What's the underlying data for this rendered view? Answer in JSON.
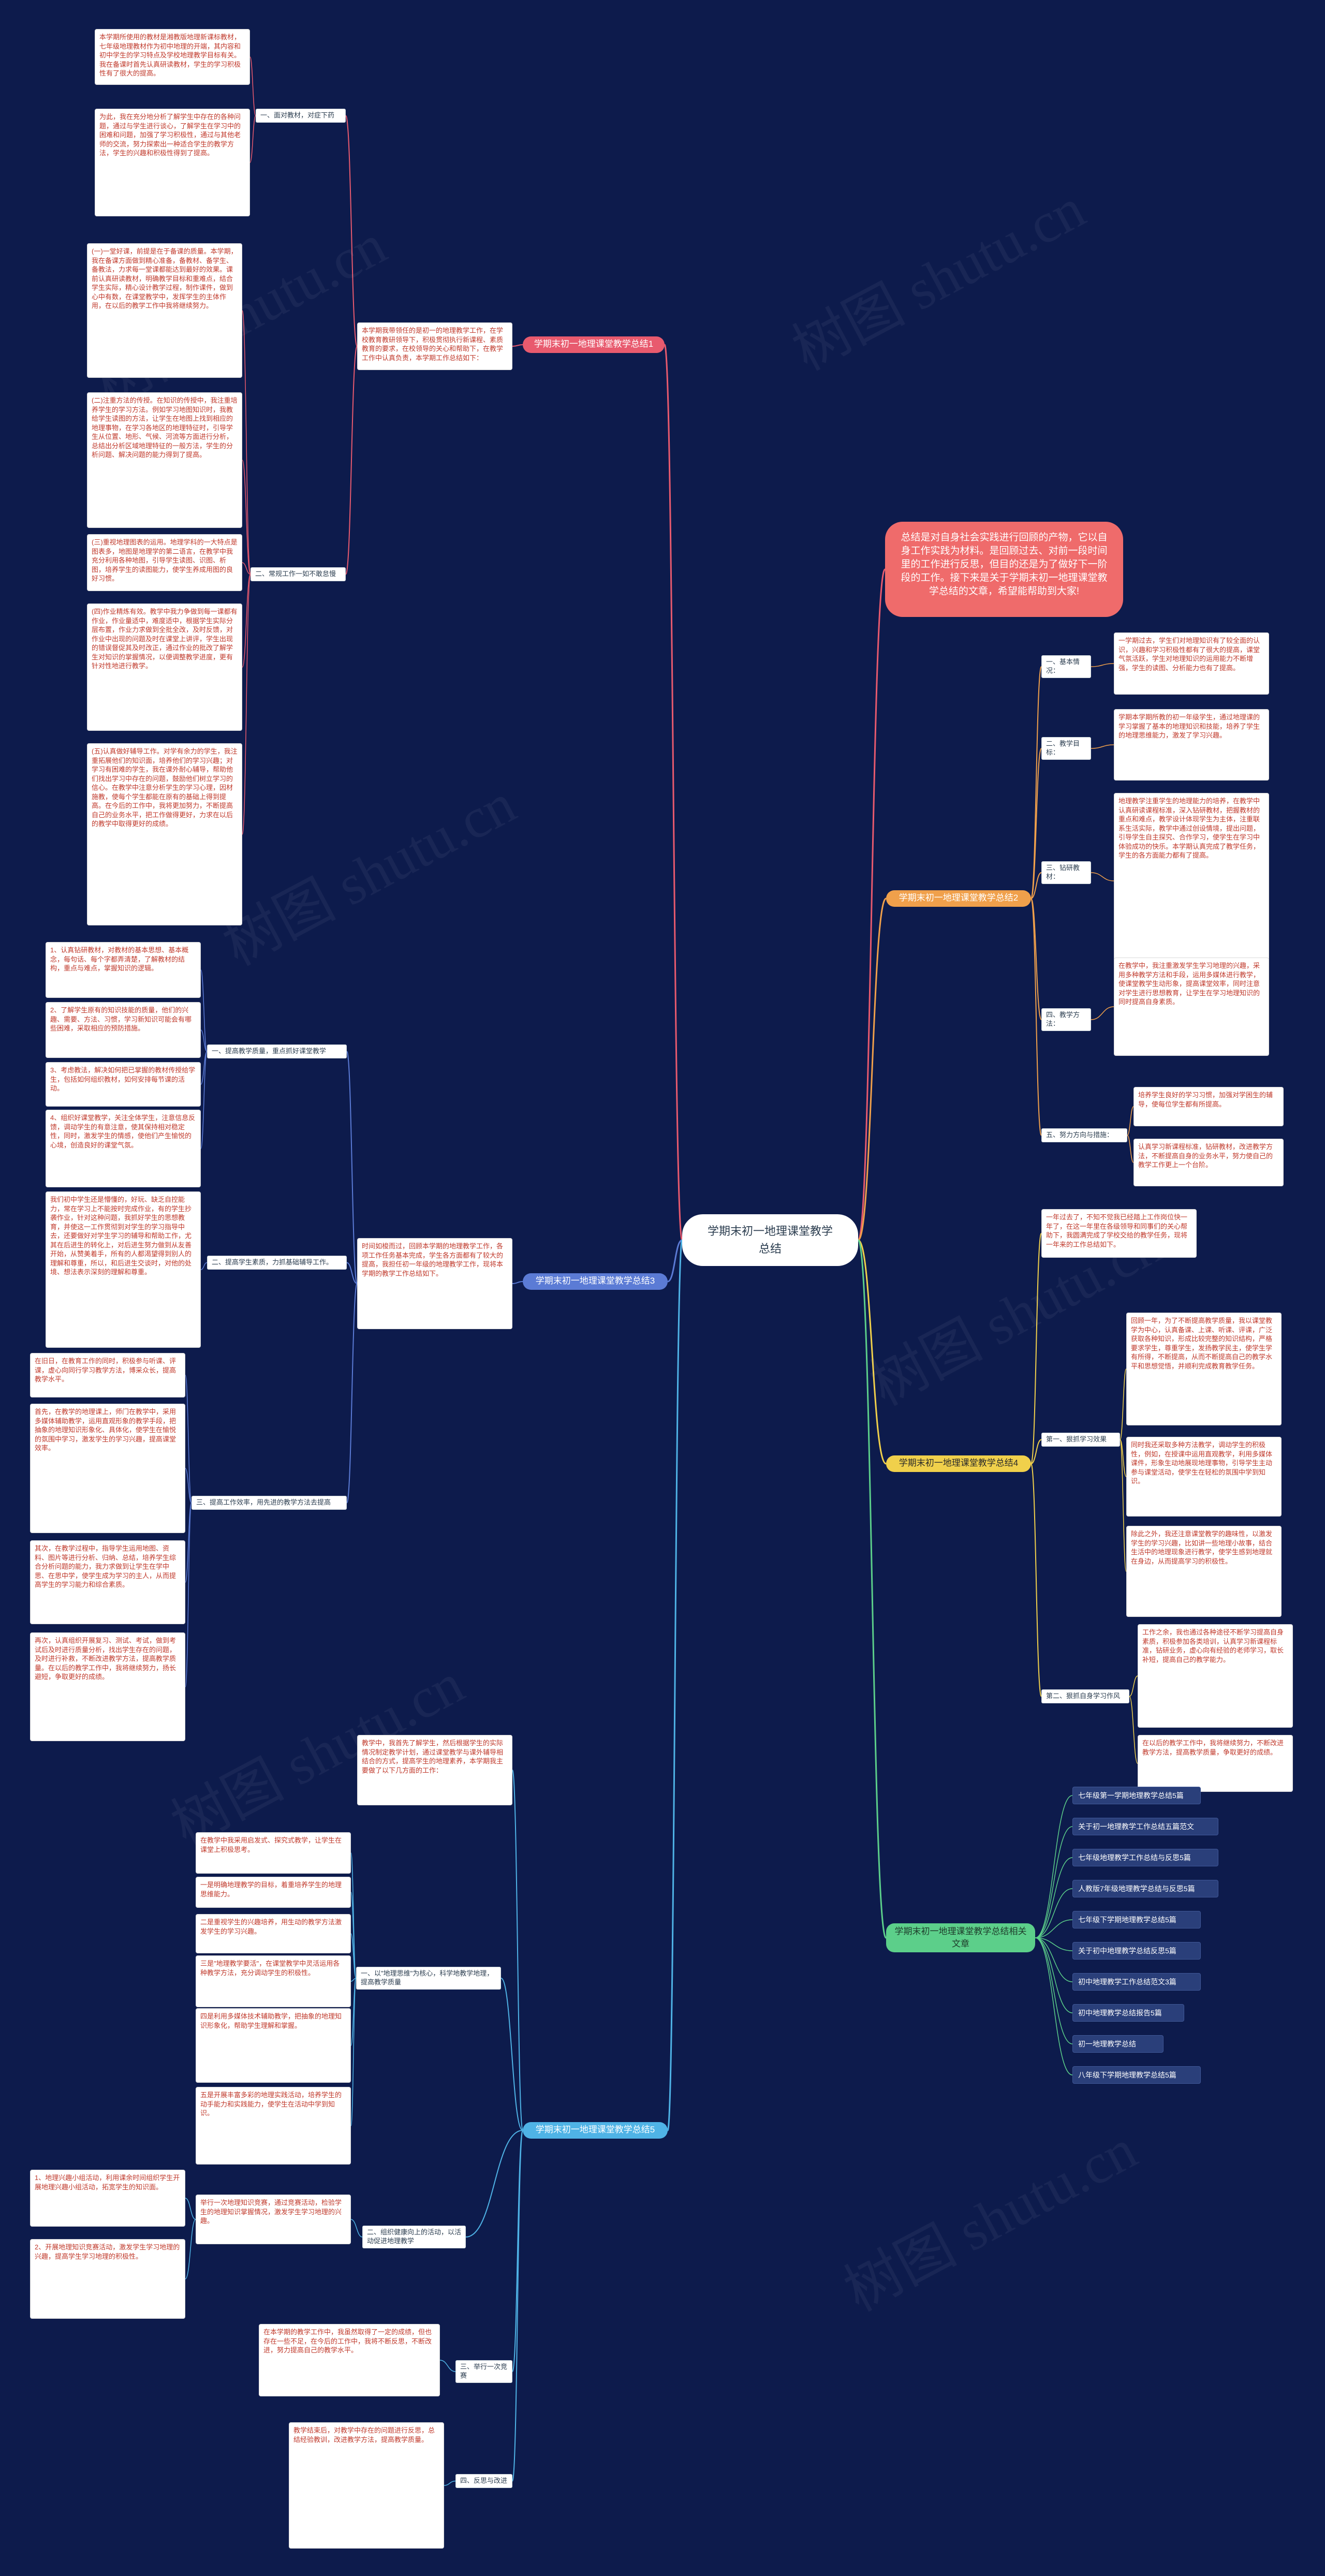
{
  "root": {
    "title_line1": "学期末初一地理课堂教学",
    "title_line2": "总结"
  },
  "intro": "总结是对自身社会实践进行回顾的产物，它以自身工作实践为材料。是回顾过去、对前一段时间里的工作进行反思，但目的还是为了做好下一阶段的工作。接下来是关于学期末初一地理课堂教学总结的文章，希望能帮助到大家!",
  "branches": {
    "b1": "学期末初一地理课堂教学总结1",
    "b2": "学期末初一地理课堂教学总结2",
    "b3": "学期末初一地理课堂教学总结3",
    "b4": "学期末初一地理课堂教学总结4",
    "b5": "学期末初一地理课堂教学总结5",
    "b6": "学期末初一地理课堂教学总结相关文章"
  },
  "s1": {
    "summary": "本学期我带领任的是初一的地理教学工作，在学校教育教研领导下，积极贯彻执行新课程、素质教育的要求，在校领导的关心和帮助下，在教学工作中认真负责，本学期工作总结如下：",
    "sub1_label": "一、面对教材，对症下药",
    "sub2_label": "二、常规工作一如不敢怠慢",
    "p1": "本学期所使用的教材是湘教版地理新课标教材，七年级地理教材作为初中地理的开端，其内容和初中学生的学习特点及学校地理教学目标有关。我在备课时首先认真研读教材，学生的学习积极性有了很大的提高。",
    "p2": "为此，我在充分地分析了解学生中存在的各种问题，通过与学生进行谈心，了解学生在学习中的困难和问题，加强了学习积极性，通过与其他老师的交流，努力探索出一种适合学生的教学方法，学生的兴趣和积极性得到了提高。",
    "p3": "(一)一堂好课，前提是在于备课的质量。本学期，我在备课方面做到精心准备，备教材、备学生、备教法，力求每一堂课都能达到最好的效果。课前认真研读教材，明确教学目标和重难点，结合学生实际，精心设计教学过程，制作课件，做到心中有数，在课堂教学中，发挥学生的主体作用，在以后的教学工作中我将继续努力。",
    "p4": "(二)注重方法的传授。在知识的传授中，我注重培养学生的学习方法。例如学习地图知识时，我教给学生读图的方法，让学生在地图上找到相应的地理事物，在学习各地区的地理特征时，引导学生从位置、地形、气候、河流等方面进行分析，总结出分析区域地理特征的一般方法，学生的分析问题、解决问题的能力得到了提高。",
    "p5": "(三)重视地理图表的运用。地理学科的一大特点是图表多，地图是地理学的第二语言，在教学中我充分利用各种地图，引导学生读图、识图、析图，培养学生的读图能力，使学生养成用图的良好习惯。",
    "p6": "(四)作业精炼有效。教学中我力争做到每一课都有作业，作业量适中，难度适中，根据学生实际分层布置，作业力求做到全批全改，及时反馈，对作业中出现的问题及时在课堂上讲评，学生出现的错误督促其及时改正，通过作业的批改了解学生对知识的掌握情况，以便调整教学进度，更有针对性地进行教学。",
    "p7": "(五)认真做好辅导工作。对学有余力的学生，我注重拓展他们的知识面，培养他们的学习兴趣；对学习有困难的学生，我在课外耐心辅导，帮助他们找出学习中存在的问题，鼓励他们树立学习的信心。在教学中注意分析学生的学习心理，因材施教，使每个学生都能在原有的基础上得到提高。在今后的工作中，我将更加努力，不断提高自己的业务水平，把工作做得更好，力求在以后的教学中取得更好的成绩。"
  },
  "s2": {
    "sub1_label": "一、基本情况：",
    "sub2_label": "二、教学目标：",
    "sub3_label": "三、钻研教材：",
    "sub4_label": "四、教学方法：",
    "sub5_label": "五、努力方向与措施：",
    "p1": "一学期过去，学生们对地理知识有了较全面的认识，兴趣和学习积极性都有了很大的提高，课堂气氛活跃，学生对地理知识的运用能力不断增强，学生的读图、分析能力也有了提高。",
    "p2": "学期本学期所教的初一年级学生，通过地理课的学习掌握了基本的地理知识和技能，培养了学生的地理思维能力，激发了学习兴趣。",
    "p3": "地理教学注重学生的地理能力的培养，在教学中认真研读课程标准，深入钻研教材，把握教材的重点和难点，教学设计体现学生为主体，注重联系生活实际，教学中通过创设情境，提出问题，引导学生自主探究、合作学习，使学生在学习中体验成功的快乐。本学期认真完成了教学任务，学生的各方面能力都有了提高。",
    "p4": "在教学中，我注重激发学生学习地理的兴趣，采用多种教学方法和手段，运用多媒体进行教学，使课堂教学生动形象，提高课堂效率，同时注意对学生进行思想教育，让学生在学习地理知识的同时提高自身素质。",
    "p5": "培养学生良好的学习习惯，加强对学困生的辅导，使每位学生都有所提高。",
    "p6": "认真学习新课程标准，钻研教材，改进教学方法，不断提高自身的业务水平，努力使自己的教学工作更上一个台阶。"
  },
  "s3": {
    "summary": "时间如梭而过，回顾本学期的地理教学工作，各项工作任务基本完成，学生各方面都有了较大的提高，我担任初一年级的地理教学工作，现将本学期的教学工作总结如下。",
    "sub1_label": "一、提高教学质量，重点抓好课堂教学",
    "sub2_label": "二、提高学生素质，力抓基础辅导工作。",
    "sub3_label": "三、提高工作效率，用先进的教学方法去提高",
    "p1": "1、认真钻研教材，对教材的基本思想、基本概念，每句话、每个字都弄清楚，了解教材的结构，重点与难点，掌握知识的逻辑。",
    "p2": "2、了解学生原有的知识技能的质量，他们的兴趣、需要、方法、习惯，学习新知识可能会有哪些困难，采取相应的预防措施。",
    "p3": "3、考虑教法，解决如何把已掌握的教材传授给学生，包括如何组织教材，如何安排每节课的活动。",
    "p4": "4、组织好课堂教学，关注全体学生，注意信息反馈，调动学生的有意注意，使其保持相对稳定性，同时，激发学生的情感，使他们产生愉悦的心境，创造良好的课堂气氛。",
    "p5": "我们初中学生还是懵懂的，好玩、缺乏自控能力，常在学习上不能按时完成作业，有的学生抄袭作业，针对这种问题，我抓好学生的思想教育，并使这一工作贯彻到对学生的学习指导中去，还要做好对学生学习的辅导和帮助工作，尤其在后进生的转化上，对后进生努力做到从友善开始，从赞美着手，所有的人都渴望得到别人的理解和尊重，所以，和后进生交谈时，对他的处境、想法表示深刻的理解和尊重。",
    "p6": "在旧日，在教育工作的同时，积极参与听课、评课，虚心向同行学习教学方法，博采众长，提高教学水平。",
    "p7": "首先，在教学的地理课上，师门在教学中，采用多媒体辅助教学，运用直观形象的教学手段，把抽象的地理知识形象化、具体化，使学生在愉悦的氛围中学习，激发学生的学习兴趣，提高课堂效率。",
    "p8": "其次，在教学过程中，指导学生运用地图、资料、图片等进行分析、归纳、总结，培养学生综合分析问题的能力，我力求做到让学生在学中思、在思中学，使学生成为学习的主人，从而提高学生的学习能力和综合素质。",
    "p9": "再次，认真组织开展复习、测试、考试，做到考试后及时进行质量分析，找出学生存在的问题，及时进行补救，不断改进教学方法，提高教学质量。在以后的教学工作中，我将继续努力，扬长避短，争取更好的成绩。"
  },
  "s4": {
    "summary": "一年过去了，不知不觉我已经踏上工作岗位快一年了，在这一年里在各级领导和同事们的关心帮助下，我圆满完成了学校交给的教学任务，现将一年来的工作总结如下。",
    "sub1_label": "第一、狠抓学习效果",
    "sub2_label": "第二、狠抓自身学习作风",
    "p1": "回顾一年，为了不断提高教学质量，我以课堂教学为中心，认真备课、上课、听课、评课，广泛获取各种知识，形成比较完整的知识结构，严格要求学生，尊重学生，发扬教学民主，使学生学有所得，不断提高，从而不断提高自己的教学水平和思想觉悟，并顺利完成教育教学任务。",
    "p2": "同时我还采取多种方法教学，调动学生的积极性，例如，在授课中运用直观教学，利用多媒体课件，形象生动地展现地理事物，引导学生主动参与课堂活动，使学生在轻松的氛围中学到知识。",
    "p3": "除此之外，我还注意课堂教学的趣味性，以激发学生的学习兴趣，比如讲一些地理小故事，结合生活中的地理现象进行教学，使学生感到地理就在身边，从而提高学习的积极性。",
    "p4": "工作之余，我也通过各种途径不断学习提高自身素质，积极参加各类培训，认真学习新课程标准，钻研业务，虚心向有经验的老师学习，取长补短，提高自己的教学能力。",
    "p5": "在以后的教学工作中，我将继续努力，不断改进教学方法，提高教学质量，争取更好的成绩。"
  },
  "s5": {
    "summary": "教学中，我首先了解学生，然后根据学生的实际情况制定教学计划，通过课堂教学与课外辅导相结合的方式，提高学生的地理素养，本学期我主要做了以下几方面的工作：",
    "sub1_label": "一、以\"地理思维\"为核心，科学地教学地理，提高教学质量",
    "sub2_label": "二、组织健康向上的活动，以活动促进地理教学",
    "sub3_label": "三、举行一次竞赛",
    "sub4_label": "四、反思与改进",
    "p1": "在教学中我采用启发式、探究式教学，让学生在课堂上积极思考。",
    "p2": "一是明确地理教学的目标，着重培养学生的地理思维能力。",
    "p3": "二是重视学生的兴趣培养，用生动的教学方法激发学生的学习兴趣。",
    "p4": "三是\"地理教学要活\"，在课堂教学中灵活运用各种教学方法，充分调动学生的积极性。",
    "p5": "四是利用多媒体技术辅助教学，把抽象的地理知识形象化，帮助学生理解和掌握。",
    "p6": "五是开展丰富多彩的地理实践活动，培养学生的动手能力和实践能力，使学生在活动中学到知识。",
    "p7": "1、地理兴趣小组活动，利用课余时间组织学生开展地理兴趣小组活动，拓宽学生的知识面。",
    "p8": "2、开展地理知识竞赛活动，激发学生学习地理的兴趣，提高学生学习地理的积极性。",
    "p9": "举行一次地理知识竞赛，通过竞赛活动，检验学生的地理知识掌握情况，激发学生学习地理的兴趣。",
    "p10": "在本学期的教学工作中，我虽然取得了一定的成绩，但也存在一些不足，在今后的工作中，我将不断反思，不断改进，努力提高自己的教学水平。",
    "p11": "教学结束后，对教学中存在的问题进行反思，总结经验教训，改进教学方法，提高教学质量。"
  },
  "s6": {
    "links": [
      "七年级第一学期地理教学总结5篇",
      "关于初一地理教学工作总结五篇范文",
      "七年级地理教学工作总结与反思5篇",
      "人教版7年级地理教学总结与反思5篇",
      "七年级下学期地理教学总结5篇",
      "关于初中地理教学总结反思5篇",
      "初中地理教学工作总结范文3篇",
      "初中地理教学总结报告5篇",
      "初一地理教学总结",
      "八年级下学期地理教学总结5篇"
    ]
  },
  "watermark": "树图 shutu.cn"
}
